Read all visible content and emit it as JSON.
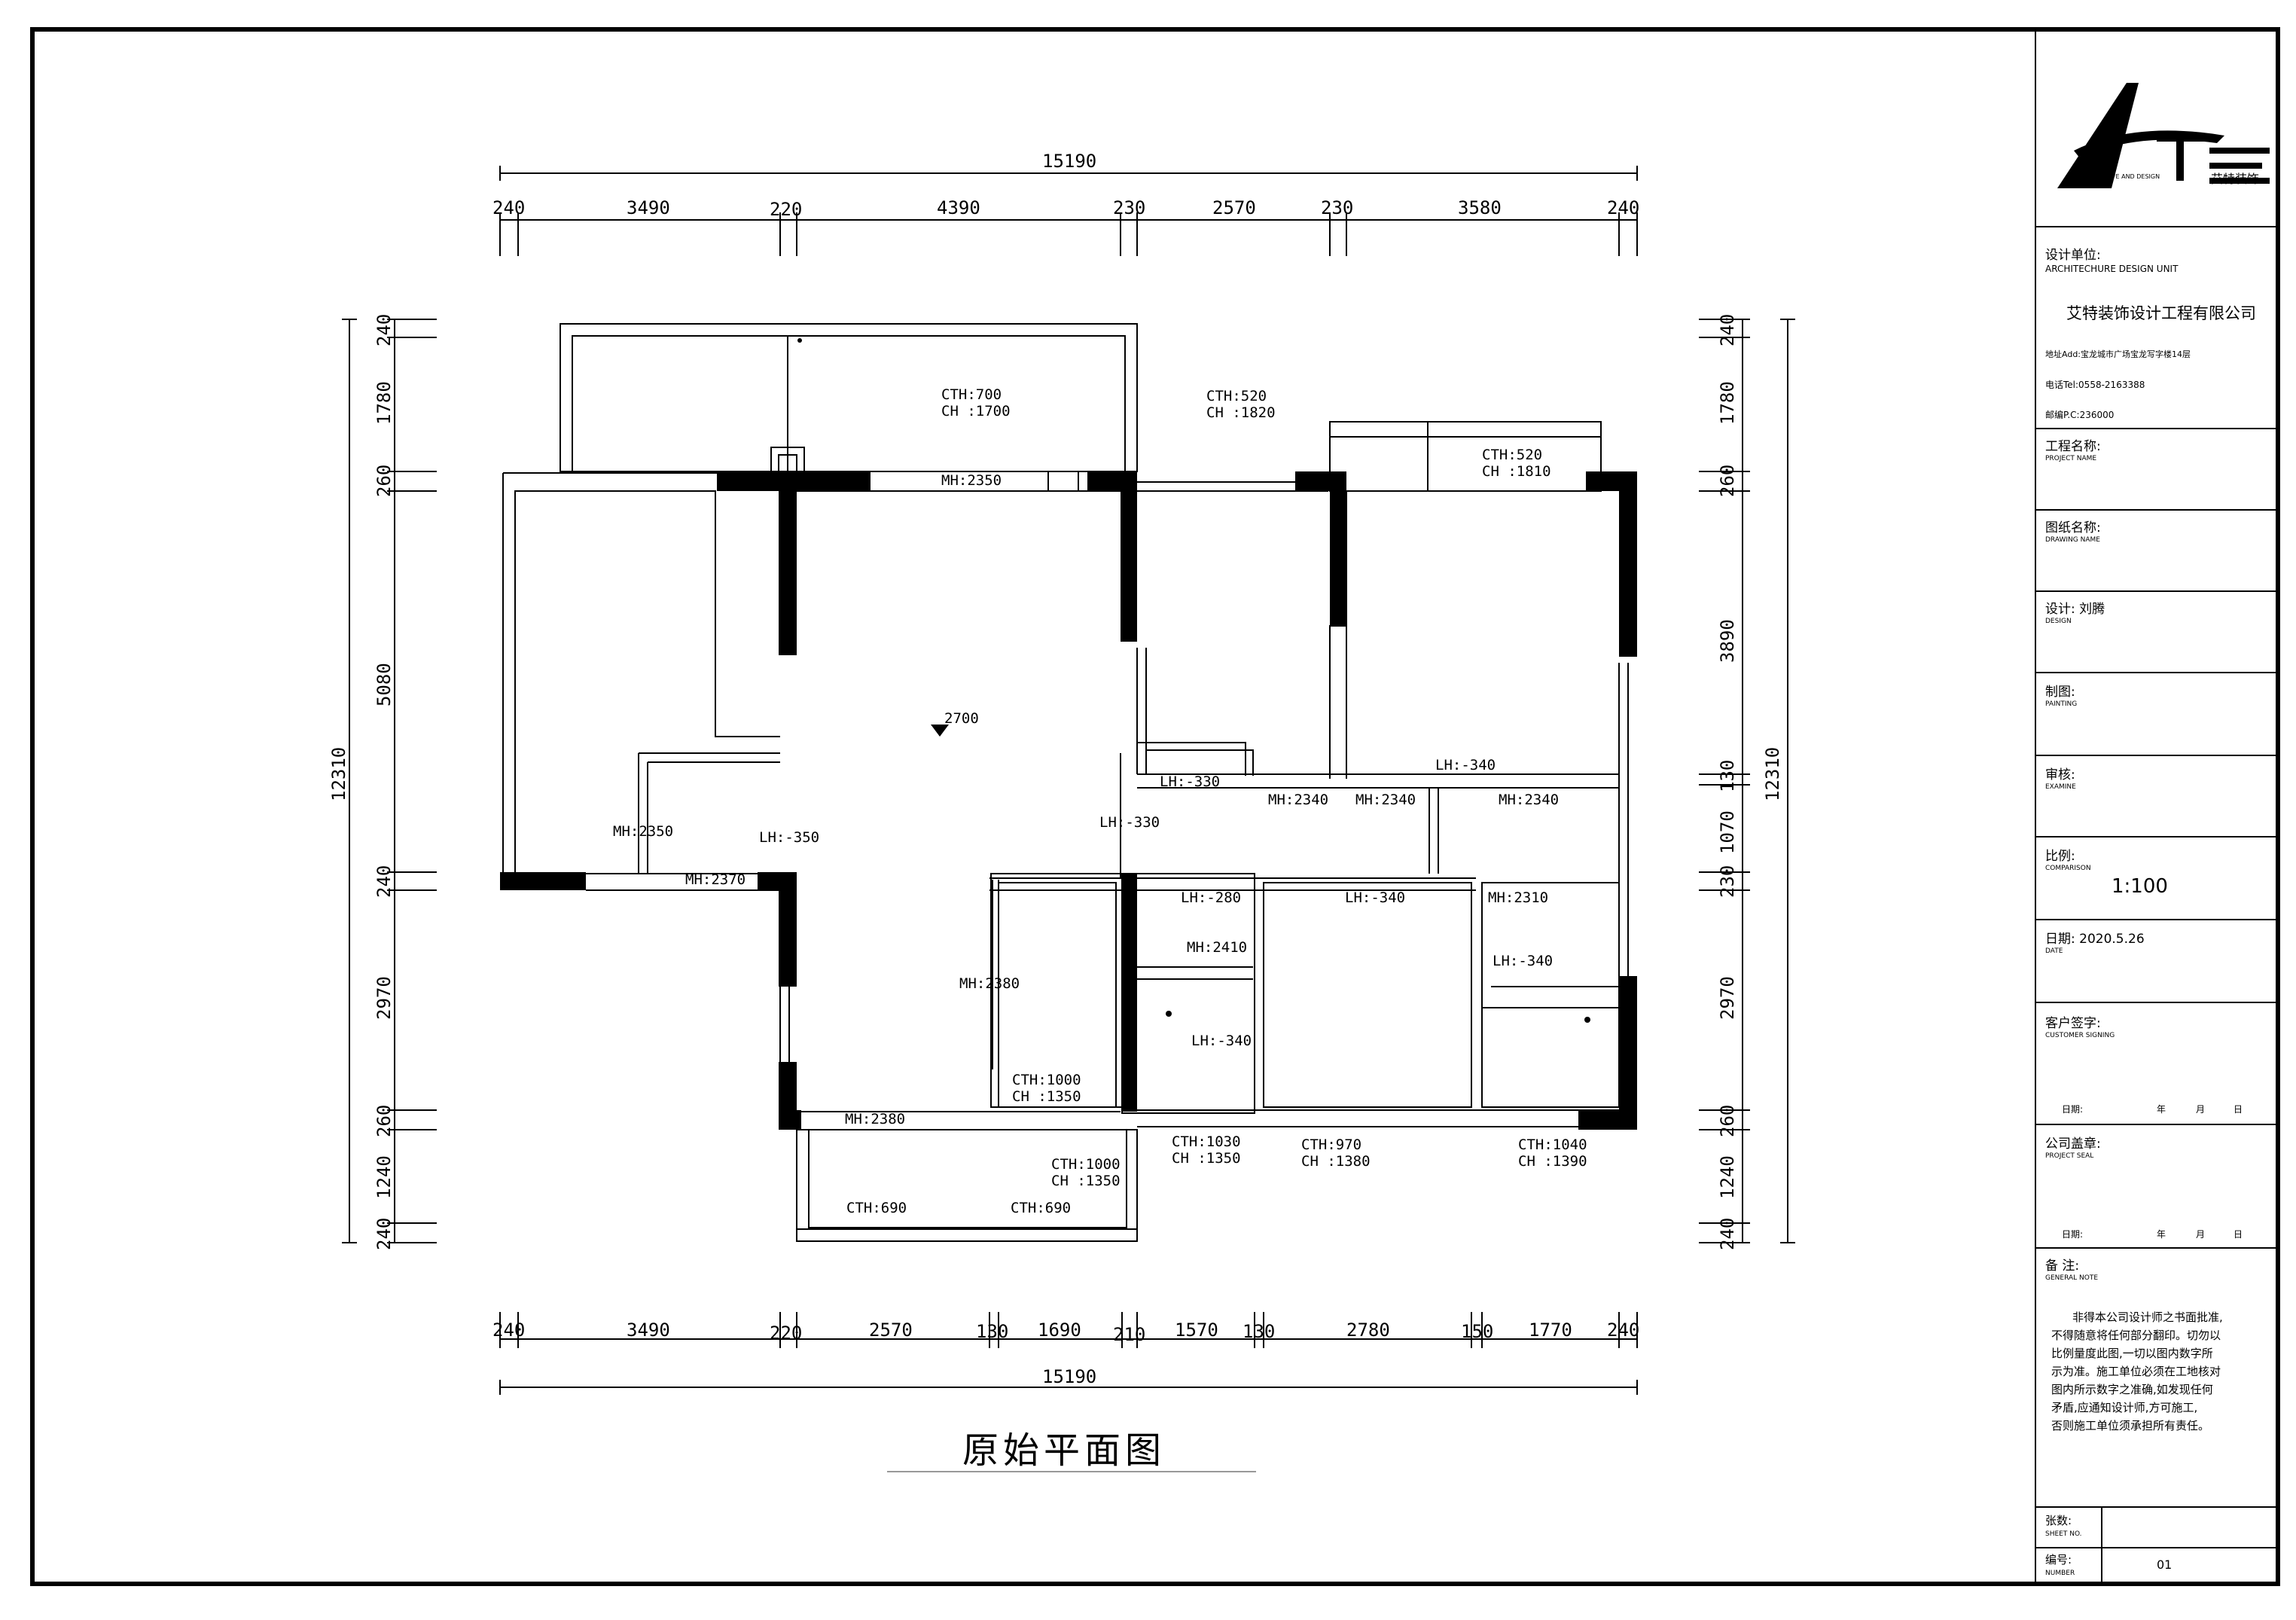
{
  "drawing_title": "原始平面图",
  "dims_top": {
    "overall": "15190",
    "segments": [
      "240",
      "3490",
      "220",
      "4390",
      "230",
      "2570",
      "230",
      "3580",
      "240"
    ]
  },
  "dims_bottom": {
    "overall": "15190",
    "segments": [
      "240",
      "3490",
      "220",
      "2570",
      "130",
      "1690",
      "210",
      "1570",
      "130",
      "2780",
      "150",
      "1770",
      "240"
    ]
  },
  "dims_left": {
    "overall": "12310",
    "segments": [
      "240",
      "1780",
      "260",
      "5080",
      "240",
      "2970",
      "260",
      "1240",
      "240"
    ]
  },
  "dims_right": {
    "overall": "12310",
    "segments": [
      "240",
      "1780",
      "260",
      "3890",
      "130",
      "1070",
      "230",
      "2970",
      "260",
      "1240",
      "240"
    ]
  },
  "labels": {
    "cth700": "CTH:700",
    "ch1700": "CH :1700",
    "cth520a": "CTH:520",
    "ch1820": "CH :1820",
    "cth520b": "CTH:520",
    "ch1810": "CH :1810",
    "mh2350a": "MH:2350",
    "elev2700": "2700",
    "lh330a": "LH:-330",
    "lh340a": "LH:-340",
    "mh2340a": "MH:2340",
    "mh2340b": "MH:2340",
    "mh2340c": "MH:2340",
    "mh2350b": "MH:2350",
    "lh350": "LH:-350",
    "lh330b": "LH:-330",
    "mh2370": "MH:2370",
    "lh280": "LH:-280",
    "lh340b": "LH:-340",
    "mh2310": "MH:2310",
    "mh2410": "MH:2410",
    "lh340c": "LH:-340",
    "mh2380a": "MH:2380",
    "lh340d": "LH:-340",
    "cth1000a": "CTH:1000",
    "ch1350a": "CH :1350",
    "mh2380b": "MH:2380",
    "cth1030": "CTH:1030",
    "ch1350b": "CH :1350",
    "cth970": "CTH:970",
    "ch1380": "CH :1380",
    "cth1040": "CTH:1040",
    "ch1390": "CH :1390",
    "cth1000b": "CTH:1000",
    "ch1350c": "CH :1350",
    "cth690a": "CTH:690",
    "cth690b": "CTH:690"
  },
  "title_block": {
    "logo_text": "ATE",
    "logo_sub": "ATTE LIFE AND DESIGN",
    "logo_cn": "艾特装饰",
    "design_unit_cn": "设计单位:",
    "design_unit_en": "ARCHITECHURE DESIGN UNIT",
    "company": "艾特装饰设计工程有限公司",
    "address": "地址Add:宝龙城市广场宝龙写字楼14层",
    "tel": "电话Tel:0558-2163388",
    "postcode": "邮编P.C:236000",
    "project_name_cn": "工程名称:",
    "project_name_en": "PROJECT NAME",
    "drawing_name_cn": "图纸名称:",
    "drawing_name_en": "DRAWING NAME",
    "design_cn": "设计: 刘腾",
    "design_en": "DESIGN",
    "painting_cn": "制图:",
    "painting_en": "PAINTING",
    "examine_cn": "审核:",
    "examine_en": "EXAMINE",
    "scale_cn": "比例:",
    "scale_en": "COMPARISON",
    "scale_value": "1:100",
    "date_cn": "日期: 2020.5.26",
    "date_en": "DATE",
    "customer_cn": "客户签字:",
    "customer_en": "CUSTOMER SIGNING",
    "sign_date": "日期:",
    "year": "年",
    "month": "月",
    "day": "日",
    "seal_cn": "公司盖章:",
    "seal_en": "PROJECT SEAL",
    "seal_date": "日期:",
    "seal_year": "年",
    "seal_month": "月",
    "seal_day": "日",
    "note_cn": "备 注:",
    "note_en": "GENERAL NOTE",
    "note_1": "非得本公司设计师之书面批准,",
    "note_2": "不得随意将任何部分翻印。切勿以",
    "note_3": "比例量度此图,一切以图内数字所",
    "note_4": "示为准。施工单位必须在工地核对",
    "note_5": "图内所示数字之准确,如发现任何",
    "note_6": "矛盾,应通知设计师,方可施工,",
    "note_7": "否则施工单位须承担所有责任。",
    "sheet_cn": "张数:",
    "sheet_en": "SHEET NO.",
    "number_cn": "编号:",
    "number_en": "NUMBER",
    "number_value": "01"
  }
}
